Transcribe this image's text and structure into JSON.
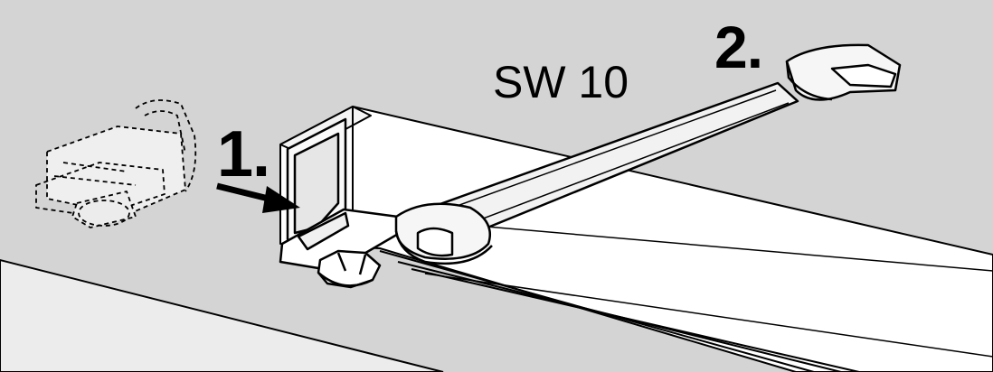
{
  "labels": {
    "step_one": "1.",
    "step_two": "2.",
    "wrench_size": "SW 10"
  },
  "colors": {
    "ceiling": "#d4d4d4",
    "floor_strip": "#ececec",
    "rail": "#ffffff",
    "wrench": "#f2f2f2",
    "outline": "#000000"
  }
}
